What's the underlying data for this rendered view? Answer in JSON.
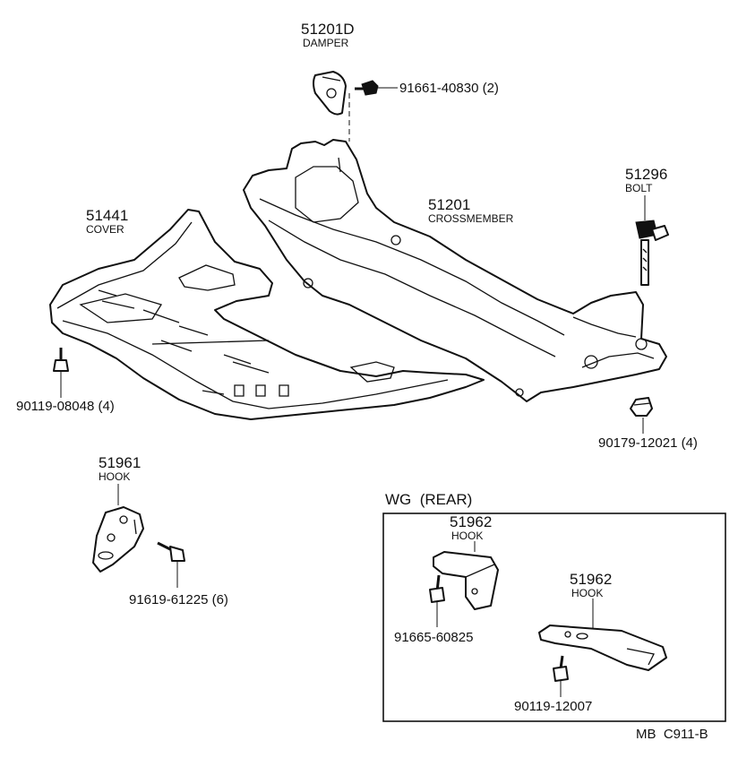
{
  "parts": {
    "damper": {
      "number": "51201D",
      "name": "DAMPER"
    },
    "damper_bolt": {
      "number": "91661-40830 (2)"
    },
    "crossmember": {
      "number": "51201",
      "name": "CROSSMEMBER"
    },
    "bolt": {
      "number": "51296",
      "name": "BOLT"
    },
    "cover": {
      "number": "51441",
      "name": "COVER"
    },
    "cover_bolt": {
      "number": "90119-08048 (4)"
    },
    "crossmember_nut": {
      "number": "90179-12021 (4)"
    },
    "front_hook": {
      "number": "51961",
      "name": "HOOK"
    },
    "front_hook_bolt": {
      "number": "91619-61225 (6)"
    },
    "rear_hook_a": {
      "number": "51962",
      "name": "HOOK"
    },
    "rear_hook_a_bolt": {
      "number": "91665-60825"
    },
    "rear_hook_b": {
      "number": "51962",
      "name": "HOOK"
    },
    "rear_hook_b_bolt": {
      "number": "90119-12007"
    }
  },
  "inset": {
    "title": "WG  (REAR)"
  },
  "footer": {
    "code": "MB  C911-B"
  }
}
